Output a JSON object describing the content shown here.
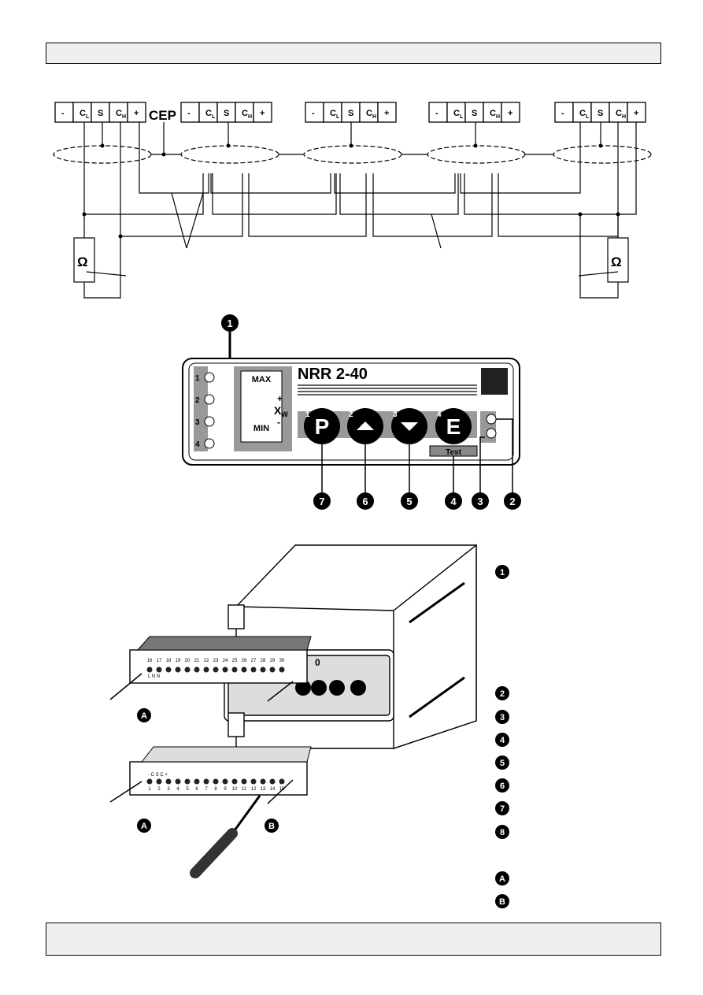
{
  "wiring": {
    "terminal_labels": [
      "-",
      "C",
      "S",
      "C",
      "+"
    ],
    "terminal_subs": [
      "",
      "L",
      "",
      "H",
      ""
    ],
    "cep_label": "CEP",
    "resistor_symbol": "Ω"
  },
  "panel": {
    "model": "NRR 2-40",
    "max_label": "MAX",
    "min_label": "MIN",
    "plus_sign": "+",
    "minus_sign": "-",
    "xw_main": "X",
    "xw_sub": "W",
    "led_numbers": [
      "1",
      "2",
      "3",
      "4"
    ],
    "buttons": [
      {
        "number": "1",
        "label": "P"
      },
      {
        "number": "2",
        "label": "up"
      },
      {
        "number": "3",
        "label": "down"
      },
      {
        "number": "4",
        "label": "E"
      }
    ],
    "test_label": "Test",
    "callouts_bottom": [
      "7",
      "6",
      "5",
      "4",
      "3",
      "2"
    ],
    "callout_top": "1"
  },
  "device": {
    "top_terminal_numbers": [
      "16",
      "17",
      "18",
      "19",
      "20",
      "21",
      "22",
      "23",
      "24",
      "25",
      "26",
      "27",
      "28",
      "29",
      "30"
    ],
    "top_terminal_letters": "L  N  N",
    "bottom_terminal_numbers": [
      "1",
      "2",
      "3",
      "4",
      "5",
      "6",
      "7",
      "8",
      "9",
      "10",
      "11",
      "12",
      "13",
      "14",
      "15"
    ],
    "bottom_terminal_header": "-  C  S  C  +",
    "marker_a": "A",
    "marker_b": "B"
  },
  "legend": [
    "1",
    "2",
    "3",
    "4",
    "5",
    "6",
    "7",
    "8",
    "A",
    "B"
  ]
}
